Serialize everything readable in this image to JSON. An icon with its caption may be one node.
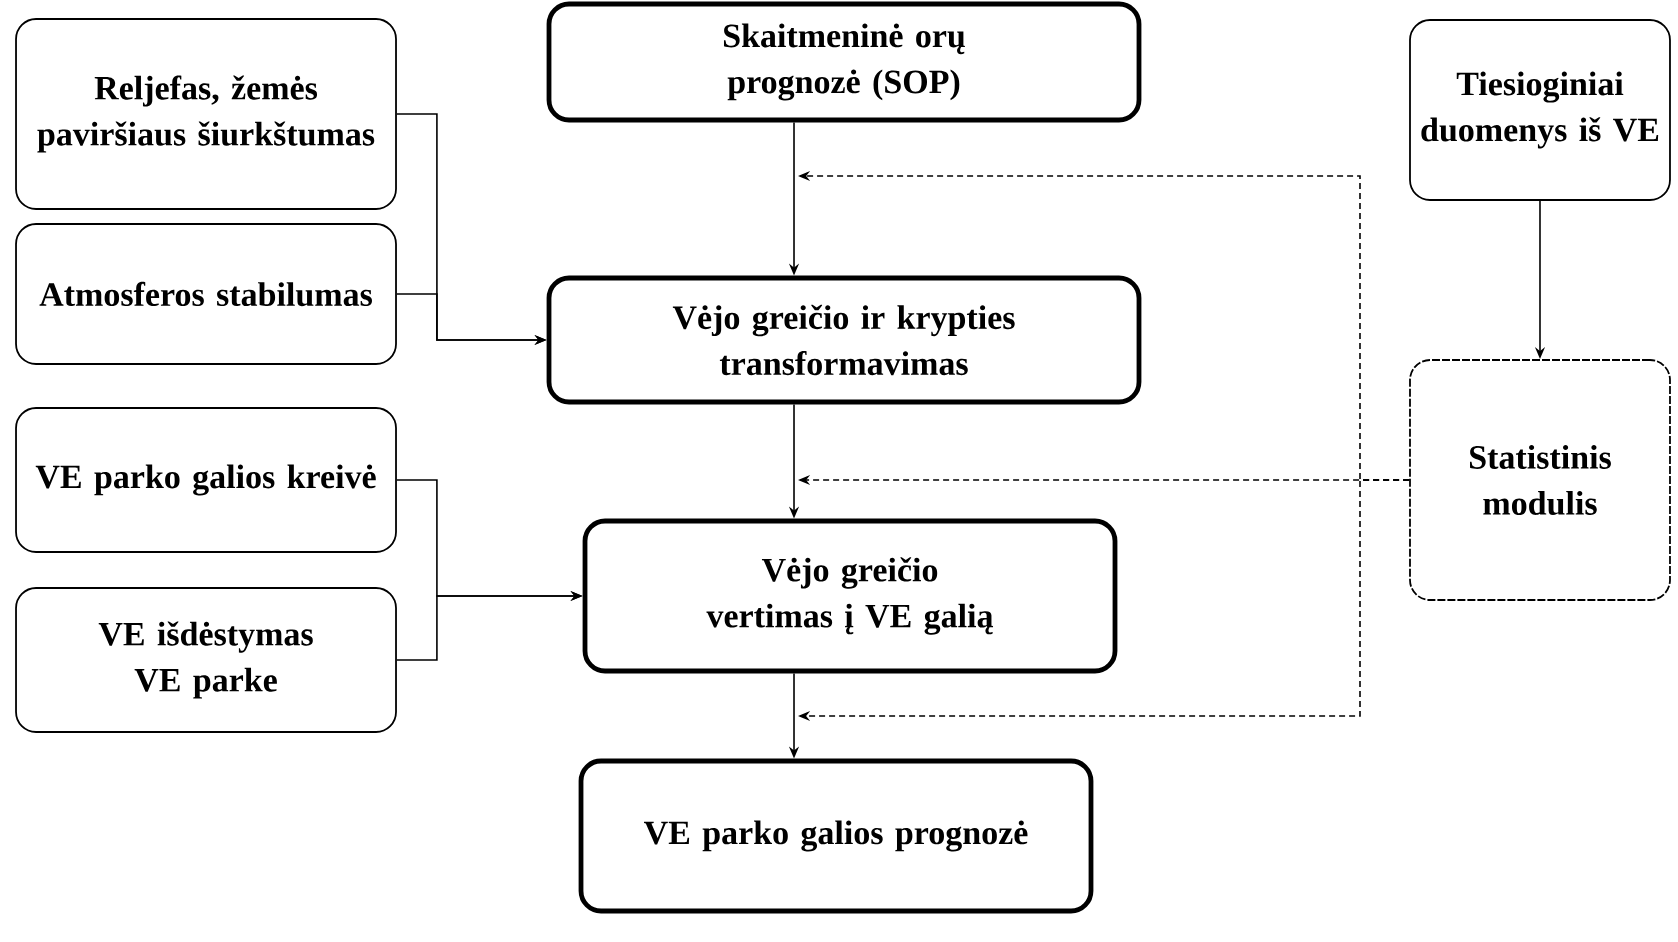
{
  "diagram": {
    "nodes": [
      {
        "text": [
          "Skaitmeninė orų prognozė (SOP)"
        ]
      },
      {
        "text": [
          "Reljefas, žemės paviršiaus šiurkštumas"
        ]
      },
      {
        "text": [
          "Atmosferos stabilumas"
        ]
      },
      {
        "text": [
          "Vėjo greičio ir krypties transformavimas"
        ]
      },
      {
        "text": [
          "VE parko galios kreivė"
        ]
      },
      {
        "text": [
          "VE išdėstymas VE parke"
        ]
      },
      {
        "text": [
          "Vėjo greičio vertimas į VE galią"
        ]
      },
      {
        "text": [
          "VE parko galios prognozė"
        ]
      },
      {
        "text": [
          "Tiesioginiai duomenys iš VE"
        ]
      },
      {
        "text": [
          "Statistinis modulis"
        ]
      }
    ],
    "edges": [
      {
        "from": 0,
        "to": 3,
        "arrow": "to"
      },
      {
        "from": 1,
        "to": 3,
        "arrow": "to"
      },
      {
        "from": 2,
        "to": 3,
        "arrow": "to"
      },
      {
        "from": 3,
        "to": 6,
        "arrow": "to"
      },
      {
        "from": 4,
        "to": 6,
        "arrow": "to"
      },
      {
        "from": 5,
        "to": 6,
        "arrow": "to"
      },
      {
        "from": 6,
        "to": 7,
        "arrow": "to"
      },
      {
        "from": 8,
        "to": 9,
        "arrow": "to"
      },
      {
        "from": 9,
        "to": null,
        "arrow": "to",
        "style": "dashed"
      },
      {
        "from": 9,
        "to": null,
        "arrow": "to",
        "style": "dashed"
      },
      {
        "from": 9,
        "to": null,
        "arrow": "to",
        "style": "dashed"
      }
    ]
  }
}
